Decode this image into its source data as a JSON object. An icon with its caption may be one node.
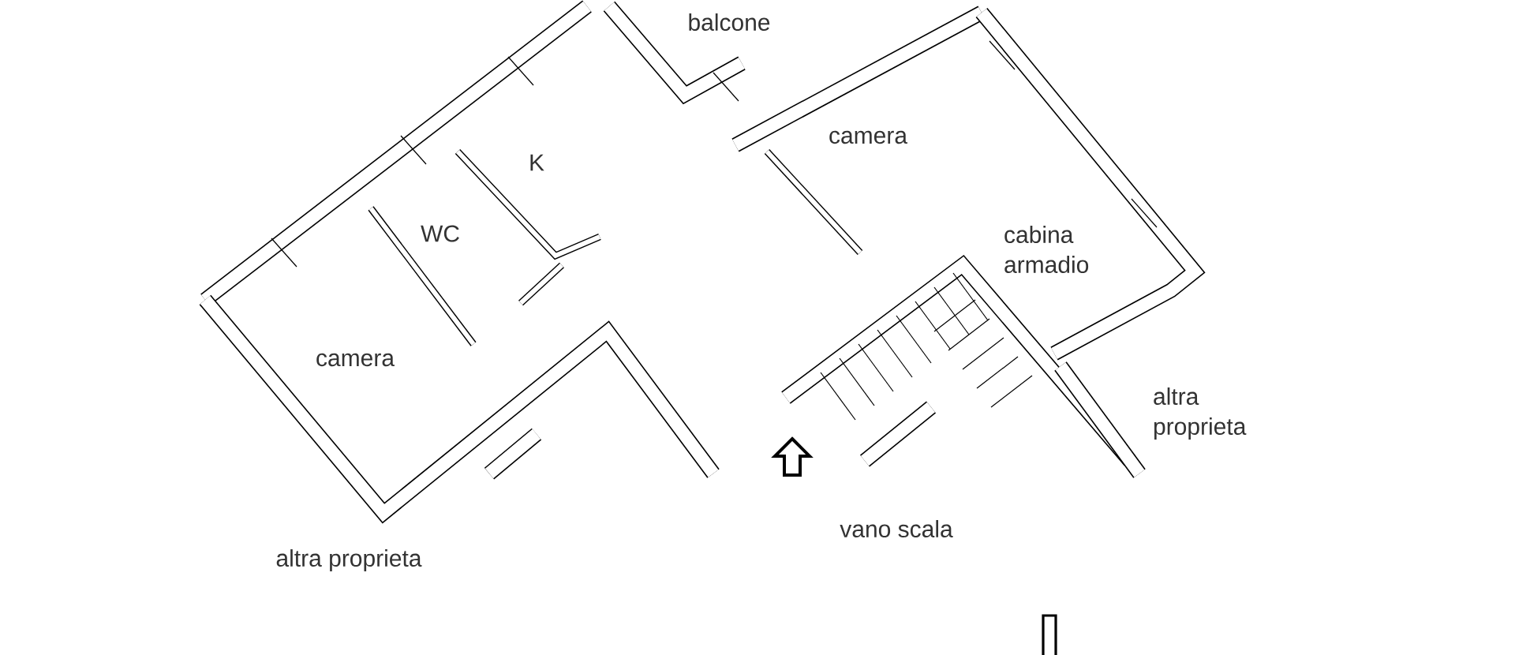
{
  "diagram": {
    "labels": [
      "balcone",
      "K",
      "camera",
      "WC",
      "cabina armadio",
      "camera",
      "altra proprieta",
      "vano scala",
      "altra proprieta"
    ]
  }
}
